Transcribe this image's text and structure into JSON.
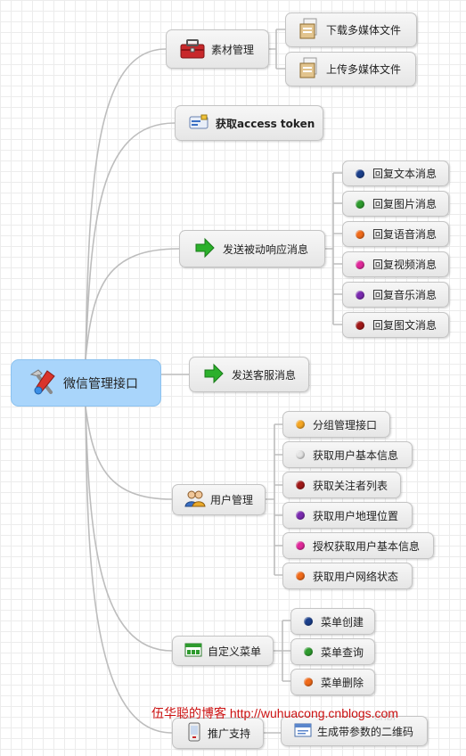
{
  "root": {
    "label": "微信管理接口",
    "icon": "tools-icon"
  },
  "branches": {
    "material": {
      "label": "素材管理",
      "icon": "toolbox-icon",
      "children": [
        {
          "label": "下载多媒体文件",
          "icon": "document-icon"
        },
        {
          "label": "上传多媒体文件",
          "icon": "document-icon"
        }
      ]
    },
    "token": {
      "label": "获取access token",
      "icon": "key-card-icon"
    },
    "passive": {
      "label": "发送被动响应消息",
      "icon": "green-arrow-icon",
      "children": [
        {
          "label": "回复文本消息",
          "bullet": "#1b3f8b"
        },
        {
          "label": "回复图片消息",
          "bullet": "#2e9b2e"
        },
        {
          "label": "回复语音消息",
          "bullet": "#f06a1a"
        },
        {
          "label": "回复视频消息",
          "bullet": "#e0289a"
        },
        {
          "label": "回复音乐消息",
          "bullet": "#7a2ab0"
        },
        {
          "label": "回复图文消息",
          "bullet": "#a01818"
        }
      ]
    },
    "service": {
      "label": "发送客服消息",
      "icon": "green-arrow-icon"
    },
    "user": {
      "label": "用户管理",
      "icon": "users-icon",
      "children": [
        {
          "label": "分组管理接口",
          "bullet": "#f5a623"
        },
        {
          "label": "获取用户基本信息",
          "bullet": "#e4e4e4"
        },
        {
          "label": "获取关注者列表",
          "bullet": "#a01818"
        },
        {
          "label": "获取用户地理位置",
          "bullet": "#7a2ab0"
        },
        {
          "label": "授权获取用户基本信息",
          "bullet": "#e0289a"
        },
        {
          "label": "获取用户网络状态",
          "bullet": "#f06a1a"
        }
      ]
    },
    "menu": {
      "label": "自定义菜单",
      "icon": "menu-bar-icon",
      "children": [
        {
          "label": "菜单创建",
          "bullet": "#1b3f8b"
        },
        {
          "label": "菜单查询",
          "bullet": "#2e9b2e"
        },
        {
          "label": "菜单删除",
          "bullet": "#f06a1a"
        }
      ]
    },
    "promo": {
      "label": "推广支持",
      "icon": "phone-icon",
      "children": [
        {
          "label": "生成带参数的二维码",
          "icon": "qrcode-window-icon"
        }
      ]
    }
  },
  "watermark": "伍华聪的博客 http://wuhuacong.cnblogs.com",
  "watermark_ghost": "cnbl"
}
